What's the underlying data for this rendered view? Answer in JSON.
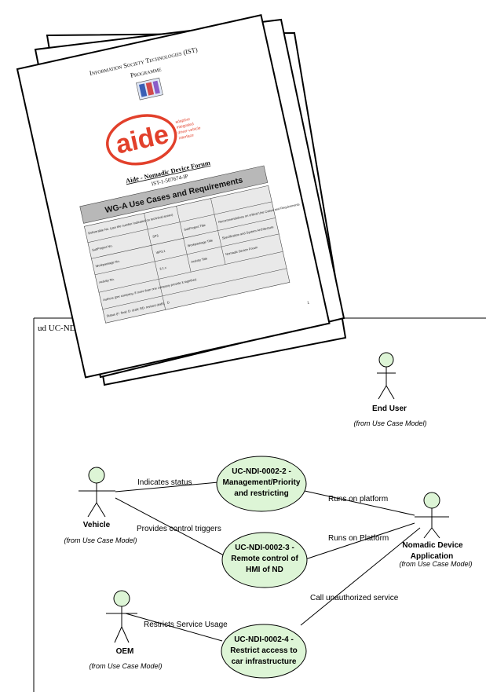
{
  "frame": {
    "label": "ud UC-ND"
  },
  "document": {
    "header_line1": "Information Society Technologies (IST)",
    "header_line2": "Programme",
    "logo_word": "aide",
    "logo_tagline": [
      "adaptive",
      "integrated",
      "driver-vehicle",
      "interface"
    ],
    "subtitle": "Aide - Nomadic Device Forum",
    "code": "IST-1-507674-IP",
    "title": "WG-A Use Cases and Requirements",
    "table_left": [
      "Deliverable No. (use the number indicated on technical annex)",
      "SubProject No.",
      "Workpackage No.",
      "Activity No.",
      "Authors (per company, if more than one company provide it together)",
      "Status (F: final; D: draft; RD: revised draft):"
    ],
    "table_mid": [
      "",
      "SP3",
      "WP3.1",
      "3.1.x",
      "",
      "D"
    ],
    "table_right_labels": [
      "SubProject Title",
      "Workpackage Title",
      "Activity Title"
    ],
    "table_right_values": [
      "Recommendations on critical Use Cases and Requirements",
      "Specification and System Architecture",
      "Nomadic Device Forum"
    ],
    "page_number": "1"
  },
  "diagram": {
    "actors": [
      {
        "id": "end-user",
        "name": "End User",
        "from": "(from Use Case Model)"
      },
      {
        "id": "vehicle",
        "name": "Vehicle",
        "from": "(from Use Case Model)"
      },
      {
        "id": "nomadic",
        "name": [
          "Nomadic Device",
          "Application"
        ],
        "from": "(from Use Case Model)"
      },
      {
        "id": "oem",
        "name": "OEM",
        "from": "(from Use Case Model)"
      }
    ],
    "usecases": [
      {
        "id": "uc2",
        "lines": [
          "UC-NDI-0002-2 -",
          "Management/Priority",
          "and restricting"
        ]
      },
      {
        "id": "uc3",
        "lines": [
          "UC-NDI-0002-3 -",
          "Remote control of",
          "HMI of ND"
        ]
      },
      {
        "id": "uc4",
        "lines": [
          "UC-NDI-0002-4 -",
          "Restrict access to",
          "car infrastructure"
        ]
      }
    ],
    "associations": [
      {
        "id": "indicates-status",
        "label": "Indicates status"
      },
      {
        "id": "provides-control",
        "label": "Provides control triggers"
      },
      {
        "id": "runs-on-platform-1",
        "label": "Runs on platform"
      },
      {
        "id": "runs-on-platform-2",
        "label": "Runs on Platform"
      },
      {
        "id": "call-unauthorized",
        "label": "Call unauthorized service"
      },
      {
        "id": "restricts-service",
        "label": "Restricts Service Usage"
      }
    ]
  },
  "colors": {
    "usecase_fill": "#ddf5d6",
    "actor_head_fill": "#ddf5d6",
    "stroke": "#000000",
    "logo_red": "#e2402b",
    "title_bar": "#b8b8b8"
  }
}
